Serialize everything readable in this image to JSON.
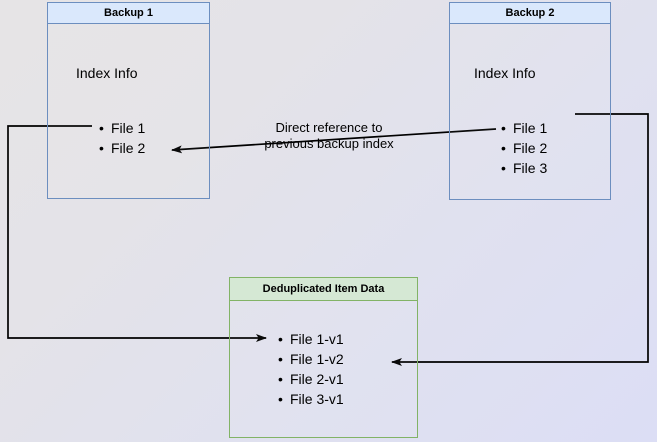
{
  "diagram": {
    "title_hidden": "",
    "background": {
      "gradient_from": "#e6e4e6",
      "gradient_to": "#dcdef5"
    },
    "nodes": [
      {
        "id": "backup1",
        "title": "Backup 1",
        "section_label": "Index Info",
        "border_color": "#6c8ebf",
        "header_color": "#dae8fc",
        "files": [
          "File 1",
          "File 2"
        ]
      },
      {
        "id": "backup2",
        "title": "Backup 2",
        "section_label": "Index Info",
        "border_color": "#6c8ebf",
        "header_color": "#dae8fc",
        "files": [
          "File 1",
          "File 2",
          "File 3"
        ]
      },
      {
        "id": "dedup",
        "title": "Deduplicated Item Data",
        "border_color": "#82b366",
        "header_color": "#d5e8d4",
        "files": [
          "File 1-v1",
          "File 1-v2",
          "File 2-v1",
          "File 3-v1"
        ]
      }
    ],
    "edges": [
      {
        "id": "edge-direct-reference",
        "label_line1": "Direct reference to",
        "label_line2": "previous backup index",
        "from": "backup2-file2",
        "to": "backup1-file2",
        "color": "#000000"
      },
      {
        "id": "edge-backup1-to-dedup",
        "label_line1": "",
        "label_line2": "",
        "from": "backup1-file1",
        "to": "dedup-file1v1",
        "color": "#000000"
      },
      {
        "id": "edge-backup2-to-dedup",
        "label_line1": "",
        "label_line2": "",
        "from": "backup2-file1",
        "to": "dedup-file1v2",
        "color": "#000000"
      }
    ]
  }
}
